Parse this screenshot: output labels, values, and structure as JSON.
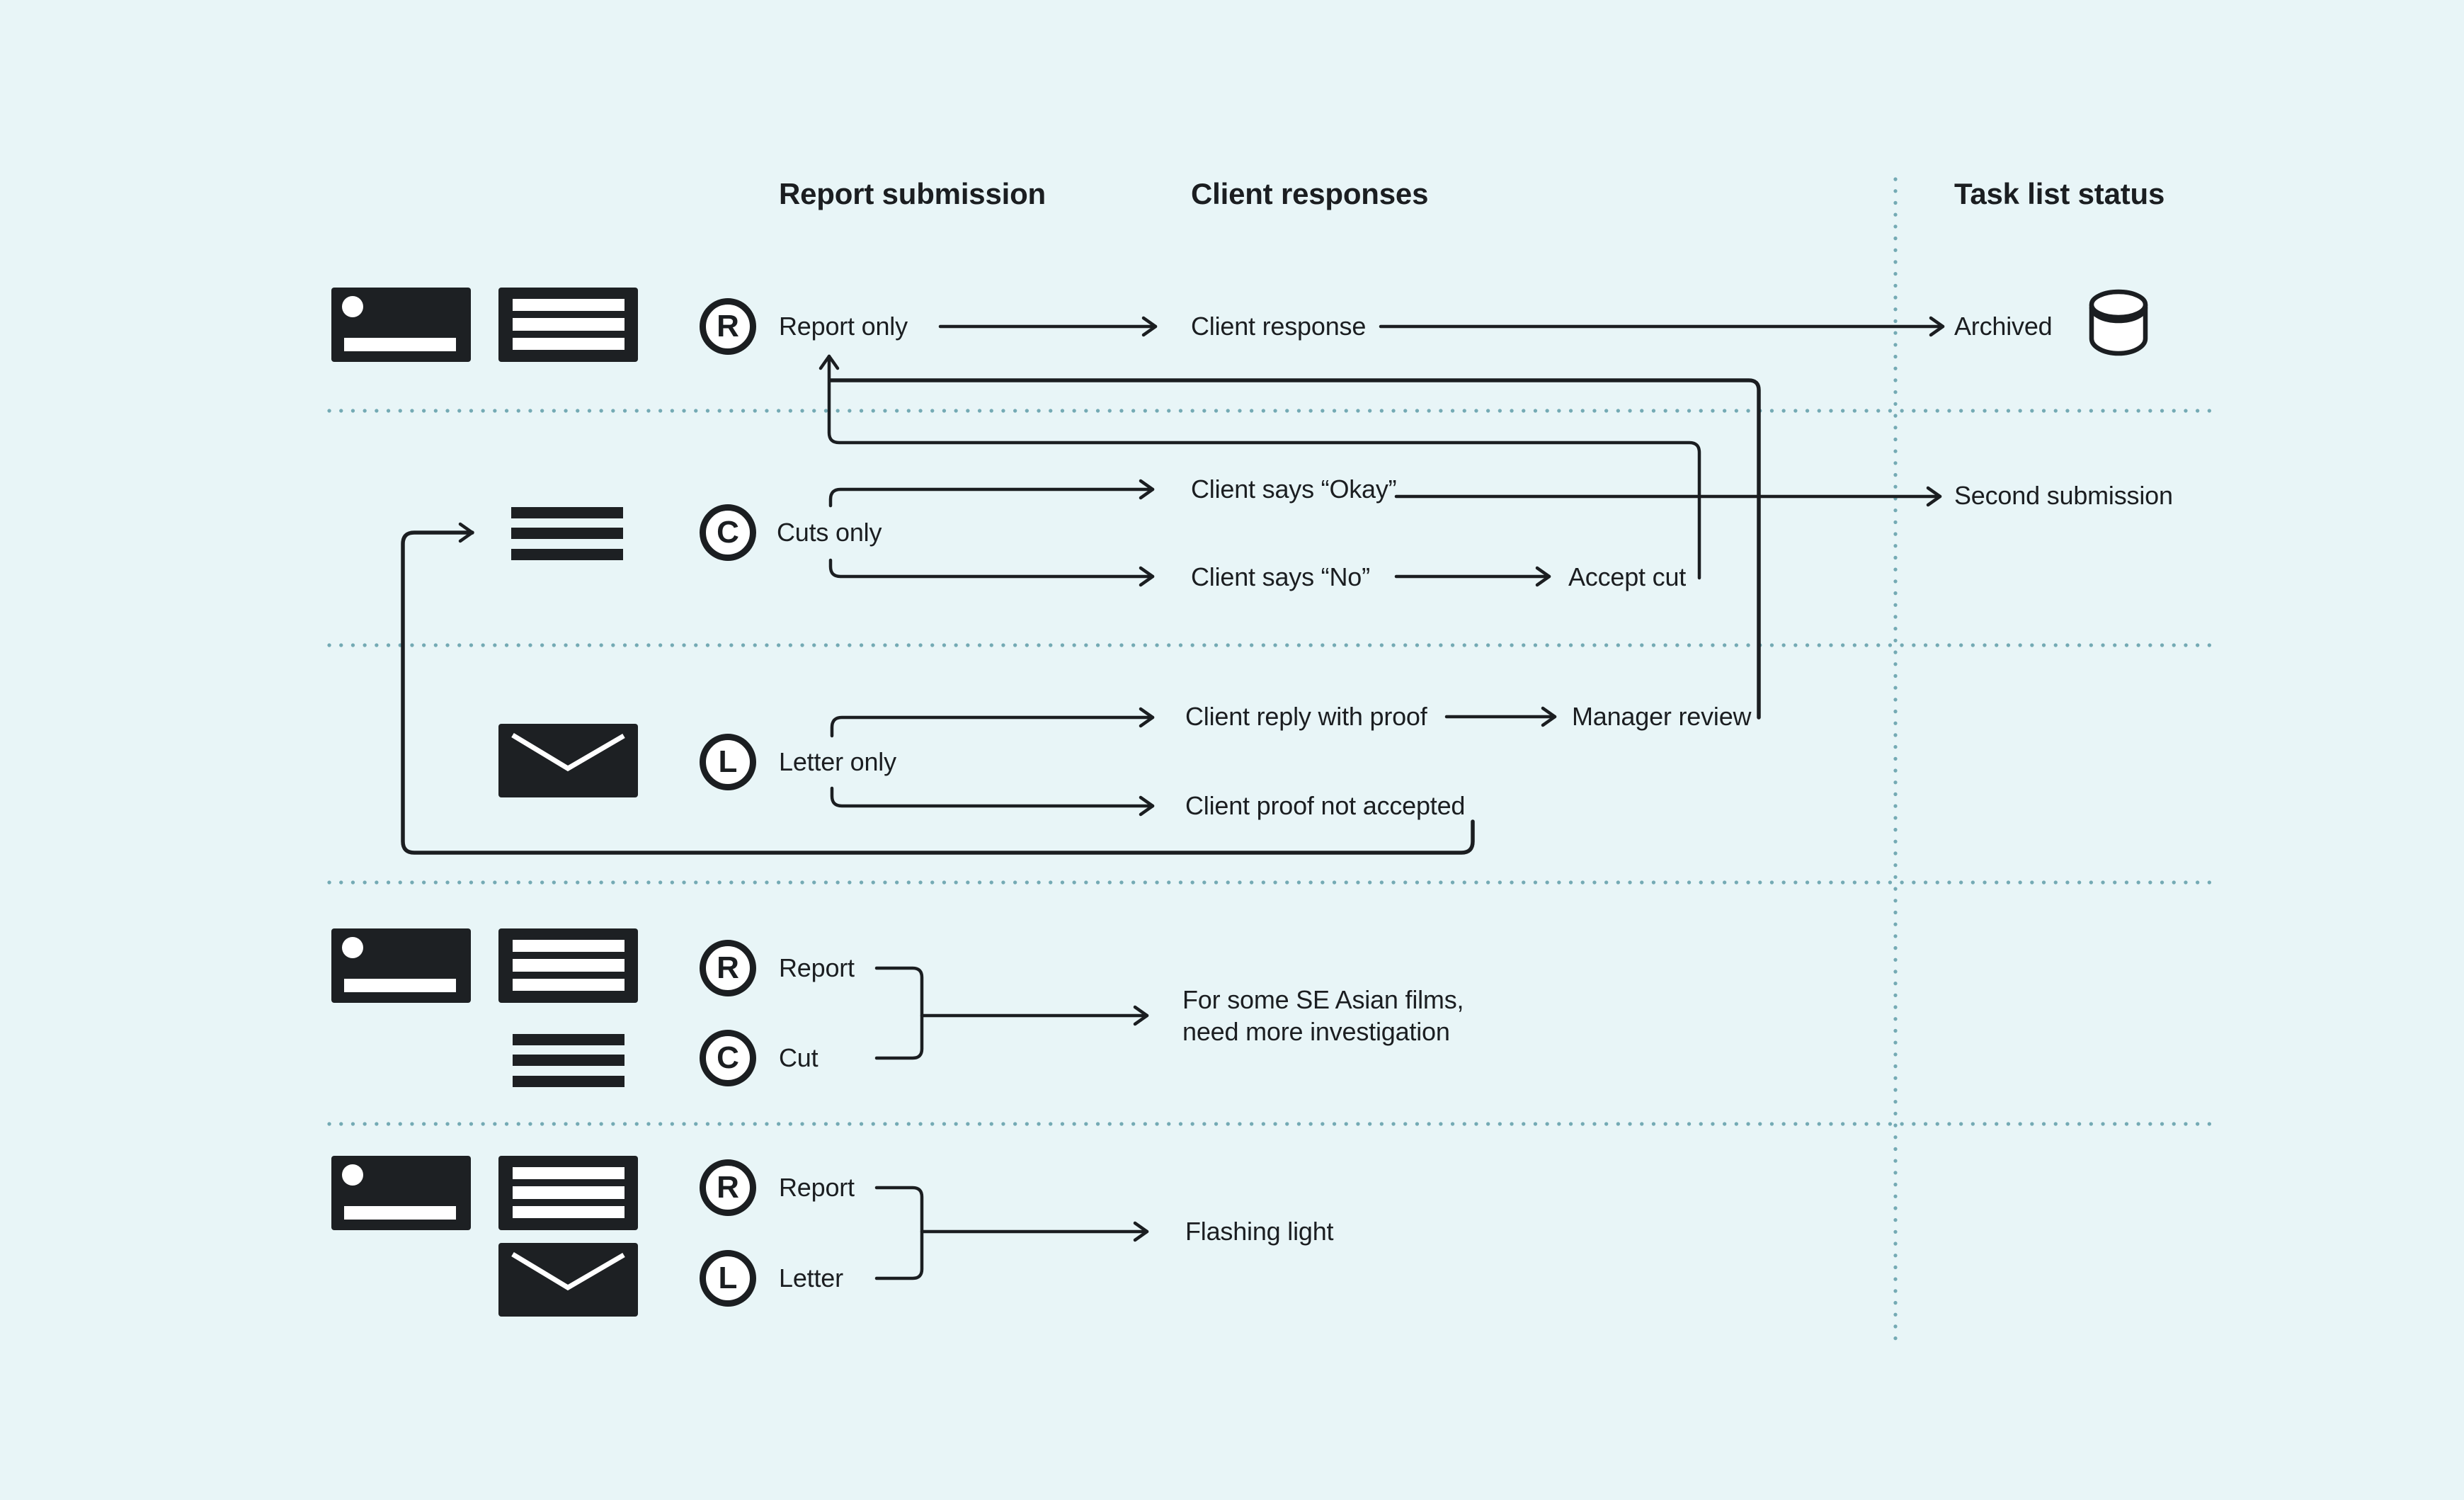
{
  "colors": {
    "background": "#e8f5f7",
    "ink": "#1b1e21",
    "grid_dots": "#74aab4",
    "icon_fill": "#1d2023"
  },
  "headers": {
    "report_submission": "Report submission",
    "client_responses": "Client responses",
    "task_list_status": "Task list status"
  },
  "flow_report_only": {
    "badge": "R",
    "label": "Report only",
    "client_response": "Client response",
    "status": "Archived"
  },
  "flow_cuts_only": {
    "badge": "C",
    "label": "Cuts only",
    "response_okay": "Client says “Okay”",
    "response_no": "Client says “No”",
    "accept_cut": "Accept cut",
    "status": "Second submission"
  },
  "flow_letter_only": {
    "badge": "L",
    "label": "Letter only",
    "response_proof": "Client reply with proof",
    "manager_review": "Manager review",
    "response_rejected": "Client proof not accepted"
  },
  "flow_report_cut": {
    "badge_report": "R",
    "label_report": "Report",
    "badge_cut": "C",
    "label_cut": "Cut",
    "result_line1": "For some SE Asian films,",
    "result_line2": "need more investigation"
  },
  "flow_report_letter": {
    "badge_report": "R",
    "label_report": "Report",
    "badge_letter": "L",
    "label_letter": "Letter",
    "result": "Flashing light"
  },
  "icons": {
    "card": "report-card-icon",
    "list": "report-list-icon",
    "bars": "cut-bars-icon",
    "envelope": "envelope-icon",
    "database": "database-icon"
  }
}
